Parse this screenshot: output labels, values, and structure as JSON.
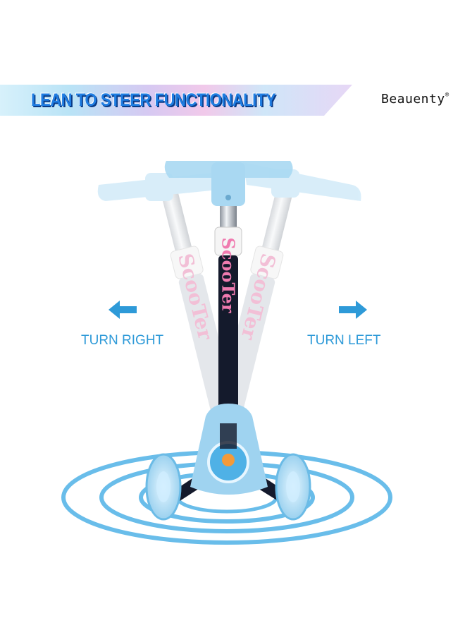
{
  "banner": {
    "title": "LEAN TO STEER FUNCTIONALITY"
  },
  "brand": {
    "name": "Beauenty",
    "mark": "®"
  },
  "stem_text": "ScooTer",
  "labels": {
    "turn_right": "TURN RIGHT",
    "turn_left": "TURN LEFT"
  },
  "icons": {
    "left": "arrow-left-icon",
    "right": "arrow-right-icon"
  },
  "colors": {
    "accent_blue": "#2e9ad8",
    "banner_text": "#1f7de2",
    "scooter_blue": "#9fd3f0",
    "stem_dark": "#141a2c"
  }
}
